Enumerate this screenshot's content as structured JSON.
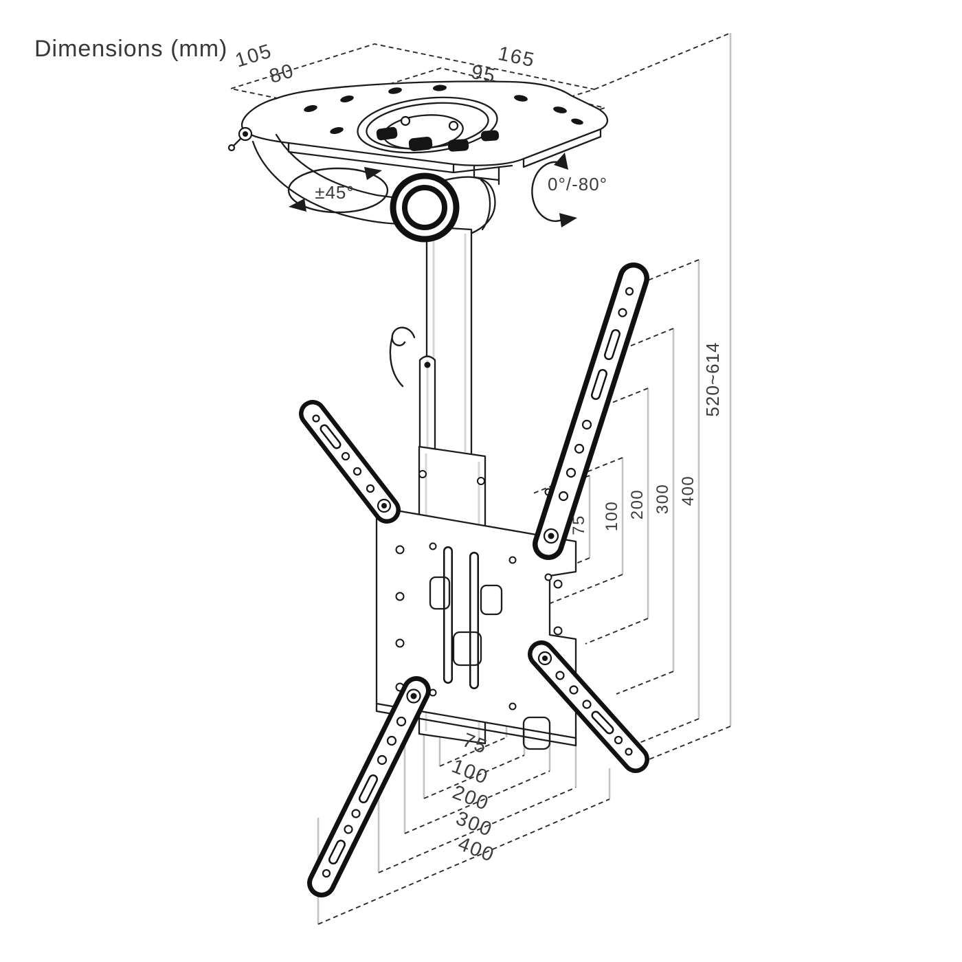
{
  "title": "Dimensions (mm)",
  "top_dimensions": {
    "outer_depth": "105",
    "inner_depth": "80",
    "outer_width": "165",
    "inner_width": "95"
  },
  "angles": {
    "swivel": "±45°",
    "tilt": "0°/-80°"
  },
  "height_range": "520~614",
  "vesa_vertical": [
    "75",
    "100",
    "200",
    "300",
    "400"
  ],
  "vesa_horizontal": [
    "75",
    "100",
    "200",
    "300",
    "400"
  ],
  "colors": {
    "line": "#1c1c1c",
    "dimension_text": "#3c3c3c",
    "extension_line": "#c3c3c3",
    "background": "#ffffff"
  }
}
